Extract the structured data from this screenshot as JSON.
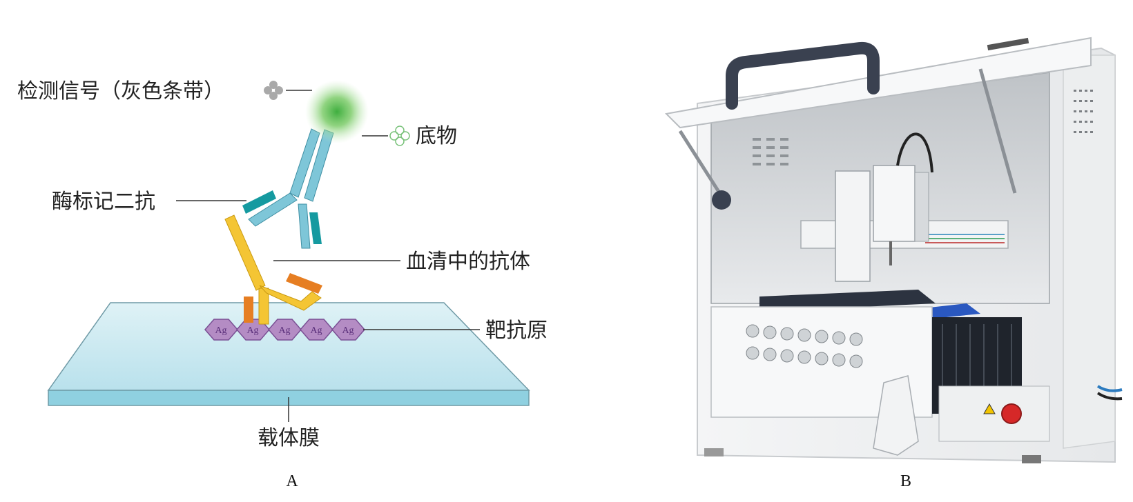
{
  "panel_a": {
    "caption": "A",
    "labels": {
      "signal": "检测信号（灰色条带）",
      "substrate": "底物",
      "secondary_antibody": "酶标记二抗",
      "serum_antibody": "血清中的抗体",
      "target_antigen": "靶抗原",
      "membrane": "载体膜"
    },
    "antigens": [
      "Ag",
      "Ag",
      "Ag",
      "Ag",
      "Ag"
    ]
  },
  "panel_b": {
    "caption": "B",
    "image": "automated-immunoblot-instrument-photo"
  },
  "colors": {
    "membrane_top": "#cdebf2",
    "membrane_side": "#8fd0e0",
    "serum_antibody": "#f4c534",
    "secondary_antibody": "#7ec6d8",
    "enzyme_tag": "#159aa0",
    "orange_tag": "#e67e22",
    "antigen": "#b48cc4",
    "signal_glow": "#4caf50"
  }
}
